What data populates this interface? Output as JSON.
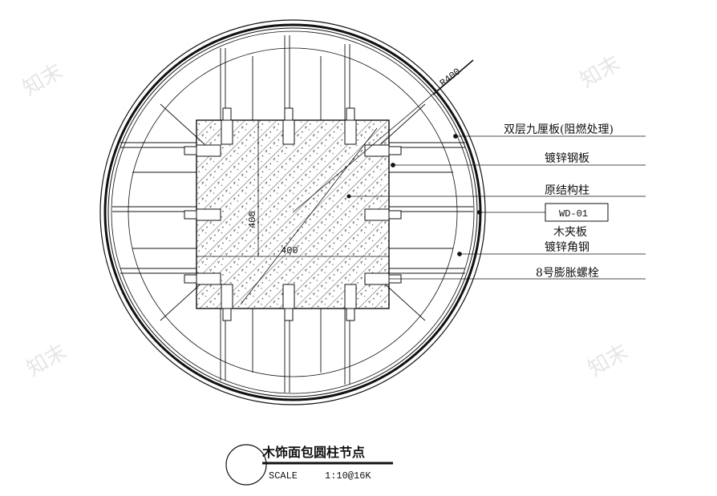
{
  "annotations": {
    "radius": "R400",
    "dim_vertical": "400",
    "dim_horizontal": "400",
    "callouts": [
      "双层九厘板(阻燃处理)",
      "镀锌钢板",
      "原结构柱",
      "WD-01",
      "木夹板",
      "镀锌角钢",
      "8号膨胀螺栓"
    ]
  },
  "title_block": {
    "title": "木饰面包圆柱节点",
    "scale_label": "SCALE",
    "scale_value": "1:10@16K"
  },
  "watermark": "知末",
  "colors": {
    "line": "#111111",
    "watermark": "#e6e6e6"
  }
}
